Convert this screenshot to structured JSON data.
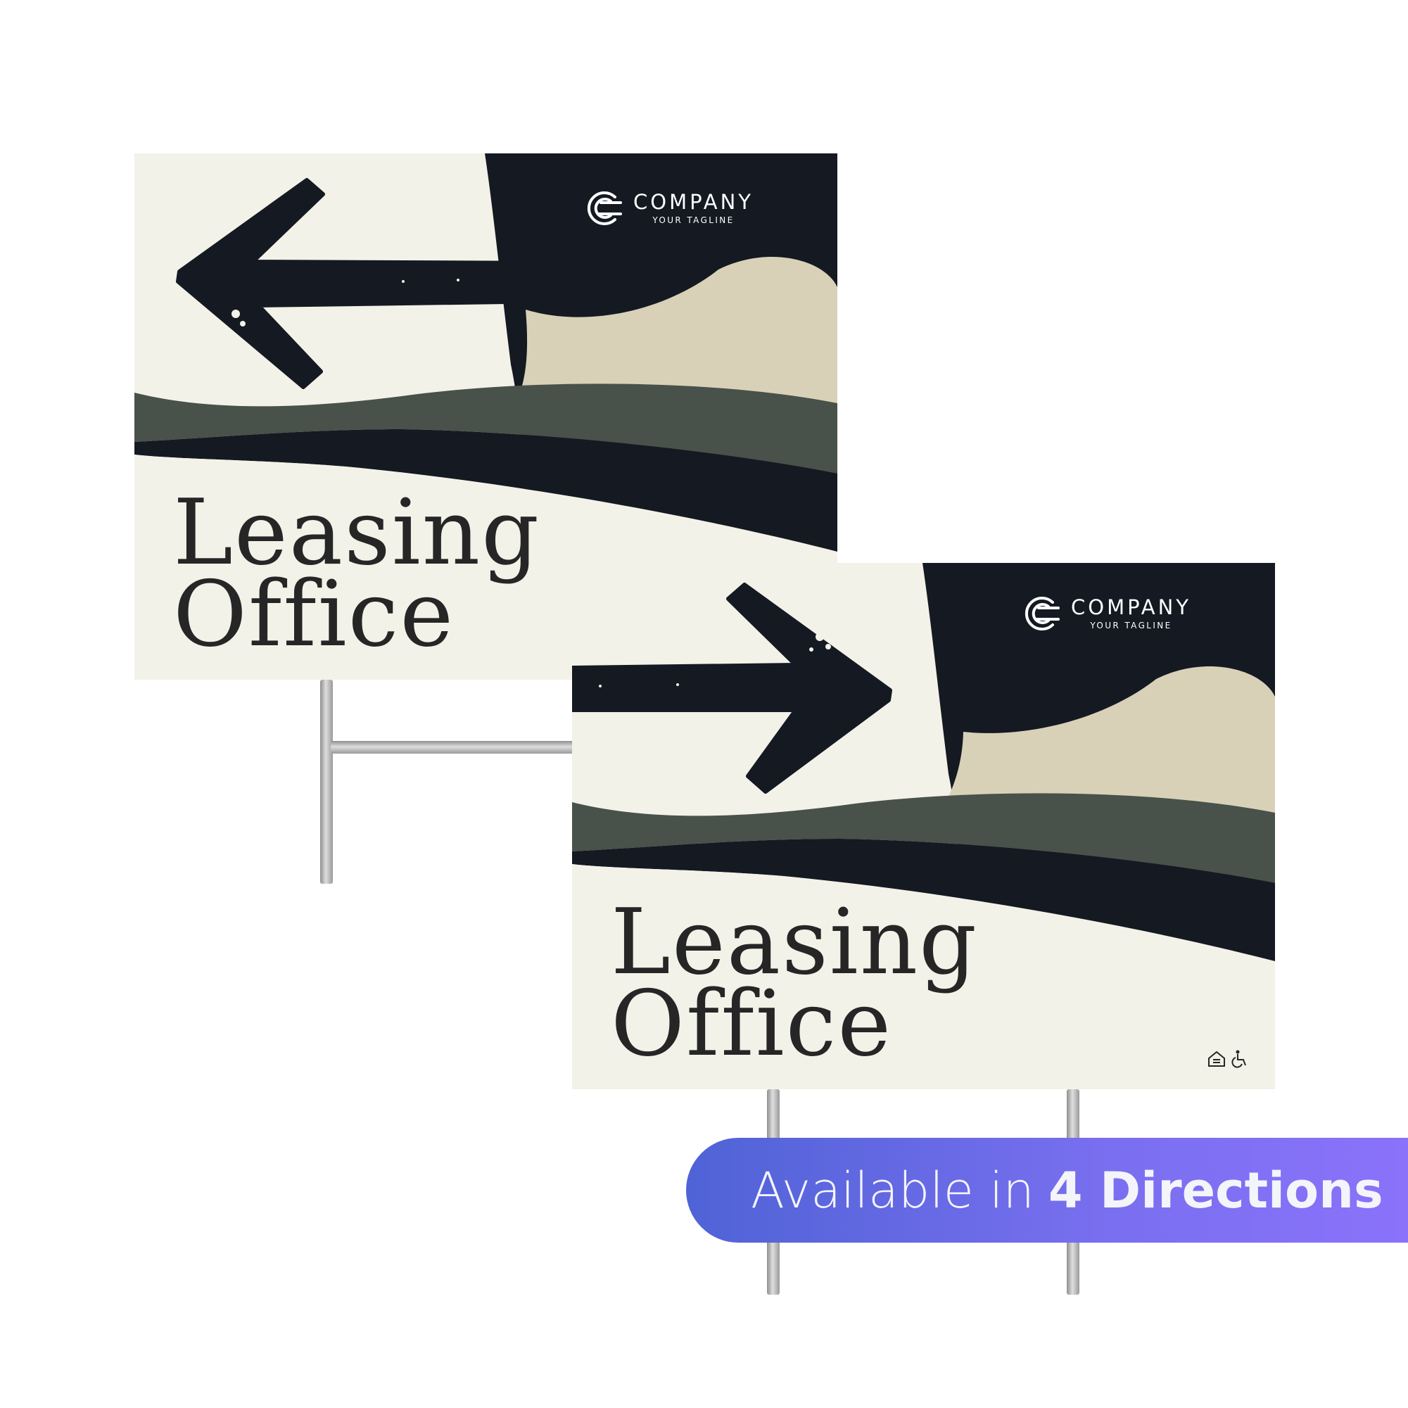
{
  "brand": {
    "name": "COMPANY",
    "tagline": "YOUR TAGLINE"
  },
  "signs": [
    {
      "direction": "left",
      "title_line1": "Leasing",
      "title_line2": "Office"
    },
    {
      "direction": "right",
      "title_line1": "Leasing",
      "title_line2": "Office"
    }
  ],
  "badge": {
    "prefix": "Available in",
    "highlight": "4 Directions"
  },
  "colors": {
    "navy": "#141922",
    "cream": "#f2f2e8",
    "sand": "#d8d1b8",
    "sage": "#48514a",
    "badge_start": "#4f63d6",
    "badge_end": "#8a72fa"
  },
  "icons": [
    "company-logo-icon",
    "left-arrow-icon",
    "right-arrow-icon",
    "equal-housing-icon",
    "wheelchair-icon"
  ]
}
